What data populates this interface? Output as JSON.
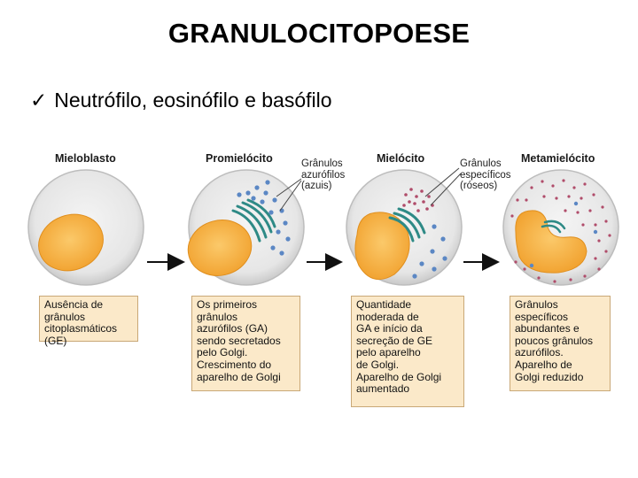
{
  "title": "GRANULOCITOPOESE",
  "bullet": {
    "check": "✓",
    "text": "Neutrófilo, eosinófilo e basófilo"
  },
  "stages": [
    {
      "name": "Mieloblasto",
      "desc": [
        "Ausência de",
        "grânulos",
        "citoplasmáticos",
        "(GE)"
      ]
    },
    {
      "name": "Promielócito",
      "desc": [
        "Os primeiros",
        "grânulos",
        "azurófilos (GA)",
        "sendo secretados",
        "pelo Golgi.",
        "Crescimento do",
        "aparelho de Golgi"
      ]
    },
    {
      "name": "Mielócito",
      "desc": [
        "Quantidade",
        "moderada de",
        "GA e início da",
        "secreção de GE",
        "pelo aparelho",
        "de Golgi.",
        "Aparelho de Golgi",
        "aumentado"
      ]
    },
    {
      "name": "Metamielócito",
      "desc": [
        "Grânulos",
        "específicos",
        "abundantes e",
        "poucos grânulos",
        "azurófilos.",
        "Aparelho de",
        "Golgi reduzido"
      ]
    }
  ],
  "annotations": {
    "azurophil": [
      "Grânulos",
      "azurófilos",
      "(azuis)"
    ],
    "specific": [
      "Grânulos",
      "específicos",
      "(róseos)"
    ]
  },
  "colors": {
    "cell_fill": "#ececec",
    "nucleus": "#f5a93a",
    "golgi": "#2e8a86",
    "azurophil_granule": "#5b87c4",
    "specific_granule": "#b04c6a",
    "box_fill": "#fbe9c9"
  }
}
